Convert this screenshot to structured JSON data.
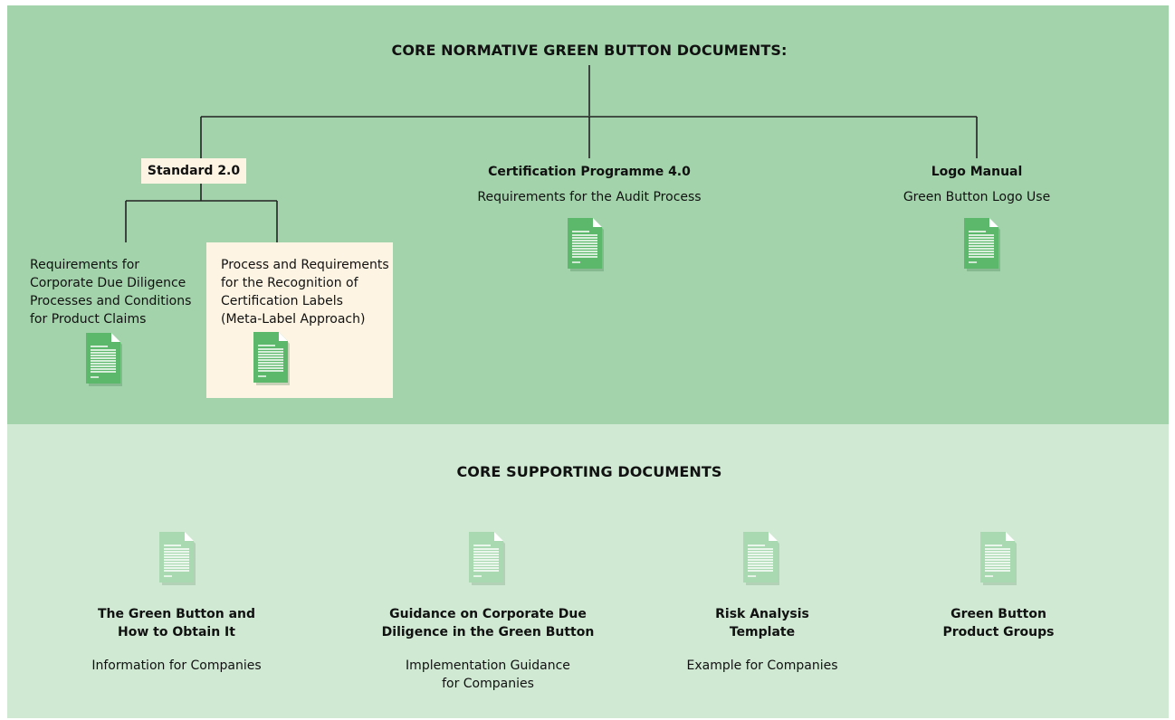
{
  "top_section": {
    "heading": "CORE NORMATIVE GREEN BUTTON DOCUMENTS:",
    "standard": {
      "label": "Standard 2.0",
      "left_doc_text": [
        "Requirements for",
        "Corporate Due Diligence",
        "Processes and Conditions",
        "for Product Claims"
      ],
      "right_doc_text": [
        "Process and Requirements",
        "for the Recognition of",
        "Certification Labels",
        "(Meta-Label Approach)"
      ]
    },
    "certification": {
      "title": "Certification Programme 4.0",
      "subtitle": "Requirements for the Audit Process"
    },
    "logo_manual": {
      "title": "Logo Manual",
      "subtitle": "Green Button Logo Use"
    }
  },
  "bottom_section": {
    "heading": "CORE SUPPORTING DOCUMENTS",
    "items": [
      {
        "title": [
          "The Green Button and",
          "How to Obtain It"
        ],
        "desc": [
          "Information for Companies"
        ],
        "icon": "document-icon"
      },
      {
        "title": [
          "Guidance on Corporate Due",
          "Diligence in the Green Button"
        ],
        "desc": [
          "Implementation Guidance",
          "for Companies"
        ],
        "icon": "document-icon"
      },
      {
        "title": [
          "Risk Analysis",
          "Template"
        ],
        "desc": [
          "Example for Companies"
        ],
        "icon": "document-icon"
      },
      {
        "title": [
          "Green Button",
          "Product Groups"
        ],
        "desc": [],
        "icon": "document-icon"
      }
    ]
  },
  "colors": {
    "top_background": "#a3d3ab",
    "bottom_background": "#d0e9d3",
    "highlight_box": "#fdf4e3",
    "doc_icon_primary": "#5cb96b",
    "doc_icon_light": "#a9d9b0"
  }
}
